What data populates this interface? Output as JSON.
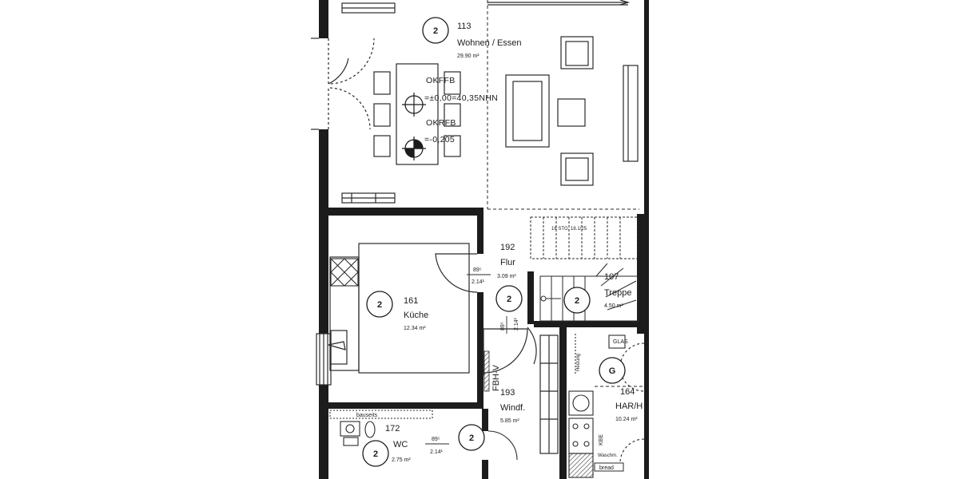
{
  "plan": {
    "colors": {
      "wall": "#1c1c1c",
      "line": "#2a2a2a",
      "paper": "#ffffff",
      "hatch": "#555555"
    },
    "rooms": [
      {
        "id": "wohnen",
        "tag": "2",
        "number": "113",
        "name": "Wohnen / Essen",
        "area": "29.90 m²"
      },
      {
        "id": "kueche",
        "tag": "2",
        "number": "161",
        "name": "Küche",
        "area": "12.34 m²"
      },
      {
        "id": "flur",
        "tag": "2",
        "number": "192",
        "name": "Flur",
        "area": "3.09 m²"
      },
      {
        "id": "treppe",
        "tag": "2",
        "number": "107",
        "name": "Treppe",
        "area": "4.50 m²"
      },
      {
        "id": "windfang",
        "tag": "2",
        "number": "193",
        "name": "Windf.",
        "area": "5.85 m²"
      },
      {
        "id": "wc",
        "tag": "2",
        "number": "172",
        "name": "WC",
        "area": "2.75 m²"
      },
      {
        "id": "har",
        "tag": "G",
        "number": "164",
        "name": "HAR/H",
        "area": "10.24 m²"
      }
    ],
    "levels": {
      "okffb_label": "OKFFB",
      "okffb_value": "=±0,00=40,35NHN",
      "okrfb_label": "OKRFB",
      "okrfb_value": "=-0,205"
    },
    "doors": [
      {
        "id": "door-flur",
        "width": "89⁵",
        "height": "2.14¹"
      },
      {
        "id": "door-windfang",
        "width": "89⁵",
        "height": "2.14¹"
      },
      {
        "id": "door-wc",
        "width": "89⁵",
        "height": "2.14¹"
      }
    ],
    "annotations": {
      "stair": "16 STG. 18.1/25",
      "fbhv": "FBH-V",
      "glas": "GLAS",
      "kbe": "KBE",
      "bauseits": "bauseits",
      "heizung": "Heizung",
      "bread": "bread",
      "waschm": "Waschm."
    }
  }
}
